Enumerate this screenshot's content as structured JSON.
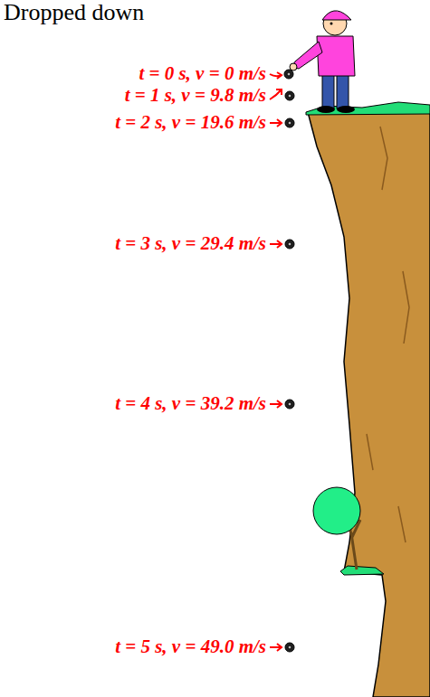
{
  "diagram": {
    "title": "Dropped down",
    "labels": [
      "t = 0 s, v = 0 m/s",
      "t = 1 s, v = 9.8 m/s",
      "t = 2 s, v = 19.6 m/s",
      "t = 3 s, v = 29.4 m/s",
      "t = 4 s, v = 39.2 m/s",
      "t = 5 s, v = 49.0 m/s"
    ]
  }
}
